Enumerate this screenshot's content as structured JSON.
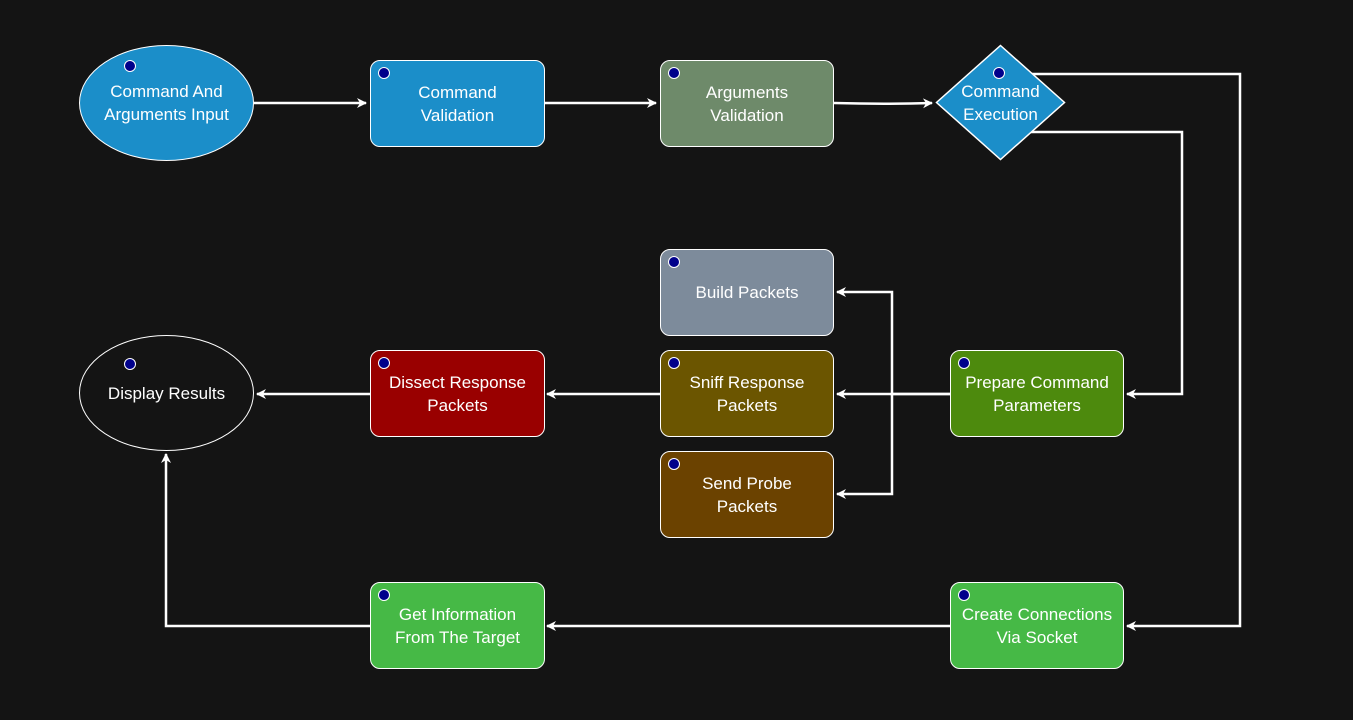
{
  "colors": {
    "background": "#141414",
    "edge": "#ffffff",
    "handle_dot": "#00008b"
  },
  "nodes": {
    "command_input": {
      "label": "Command And\nArguments Input",
      "fill": "#1b8ec9"
    },
    "command_validation": {
      "label": "Command\nValidation",
      "fill": "#1b8ec9"
    },
    "arguments_validation": {
      "label": "Arguments\nValidation",
      "fill": "#6e8a6a"
    },
    "command_execution": {
      "label": "Command\nExecution",
      "fill": "#1b8ec9"
    },
    "build_packets": {
      "label": "Build Packets",
      "fill": "#7d8b9b"
    },
    "display_results": {
      "label": "Display Results",
      "fill": "#141414"
    },
    "dissect_response": {
      "label": "Dissect Response\nPackets",
      "fill": "#990000"
    },
    "sniff_response": {
      "label": "Sniff Response\nPackets",
      "fill": "#6b5500"
    },
    "prepare_parameters": {
      "label": "Prepare Command\nParameters",
      "fill": "#4d8a0d"
    },
    "send_probe": {
      "label": "Send Probe\nPackets",
      "fill": "#6b4200"
    },
    "get_information": {
      "label": "Get Information\nFrom The Target",
      "fill": "#46b946"
    },
    "create_connections": {
      "label": "Create Connections\nVia Socket",
      "fill": "#46b946"
    }
  }
}
